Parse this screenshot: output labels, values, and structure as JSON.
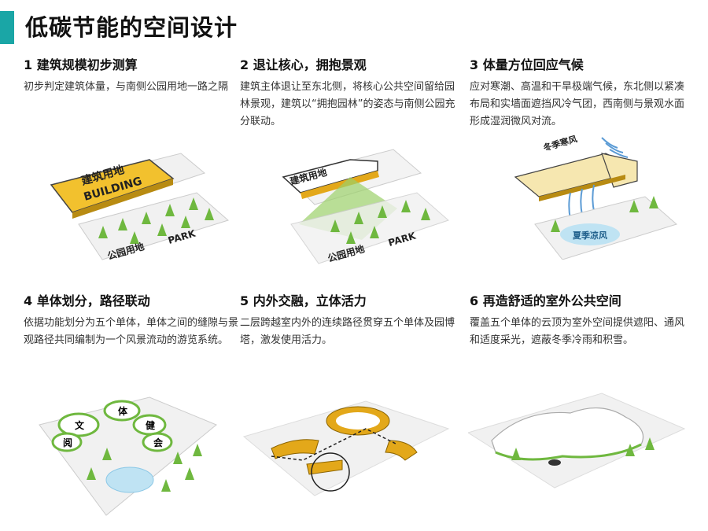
{
  "page": {
    "title": "低碳节能的空间设计"
  },
  "colors": {
    "accent": "#1aa6a6",
    "building_yellow": "#f2c12e",
    "tree_green": "#6fb83f",
    "gold": "#e3a81a",
    "water_blue": "#bfe3f3"
  },
  "panels": [
    {
      "heading": "1 建筑规模初步测算",
      "body": "初步判定建筑体量，与南侧公园用地一路之隔",
      "labels": {
        "building_cn": "建筑用地",
        "building_en": "BUILDING",
        "park_cn": "公园用地",
        "park_en": "PARK"
      }
    },
    {
      "heading": "2 退让核心，拥抱景观",
      "body": "建筑主体退让至东北侧，将核心公共空间留给园林景观，建筑以“拥抱园林”的姿态与南侧公园充分联动。",
      "labels": {
        "building_cn": "建筑用地",
        "park_cn": "公园用地",
        "park_en": "PARK"
      }
    },
    {
      "heading": "3 体量方位回应气候",
      "body": "应对寒潮、高温和干旱极端气候，东北侧以紧凑布局和实墙面遮挡风冷气团，西南侧与景观水面形成湿润微风对流。",
      "labels": {
        "winter_wind": "冬季寒风",
        "summer_wind": "夏季凉风"
      }
    },
    {
      "heading": "4 单体划分，路径联动",
      "body": "依据功能划分为五个单体，单体之间的缝隙与景观路径共同编制为一个风景流动的游览系统。",
      "labels": {
        "units": [
          "文",
          "体",
          "健",
          "阅",
          "会"
        ]
      }
    },
    {
      "heading": "5 内外交融，立体活力",
      "body": "二层跨越室内外的连续路径贯穿五个单体及园博塔，激发使用活力。"
    },
    {
      "heading": "6 再造舒适的室外公共空间",
      "body": "覆盖五个单体的云顶为室外空间提供遮阳、通风和适度采光，遮蔽冬季冷雨和积雪。"
    }
  ]
}
